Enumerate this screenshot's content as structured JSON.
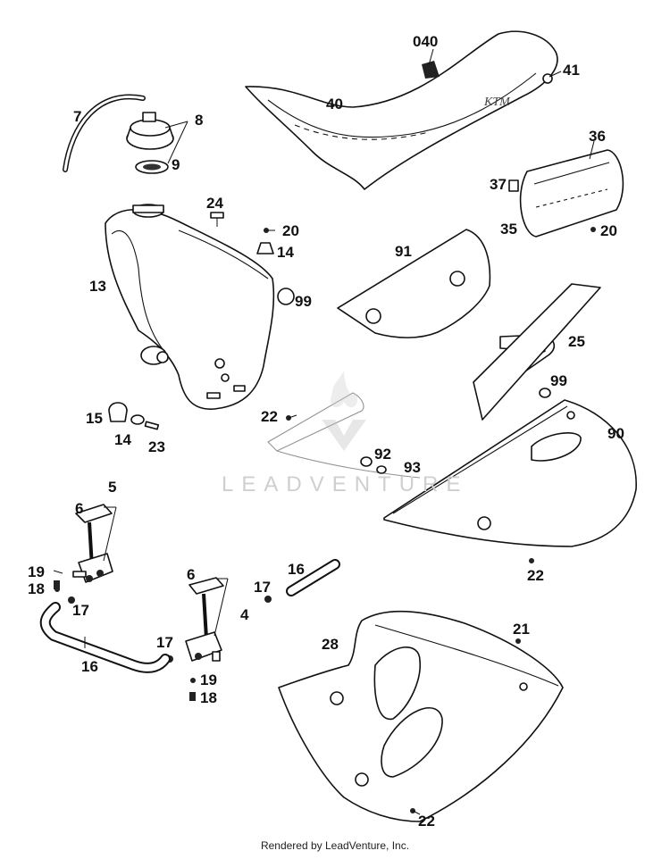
{
  "diagram": {
    "callouts": [
      "040",
      "41",
      "40",
      "7",
      "8",
      "9",
      "36",
      "37",
      "35",
      "20",
      "24",
      "20",
      "14",
      "13",
      "99",
      "91",
      "25",
      "99",
      "22",
      "15",
      "14",
      "23",
      "92",
      "93",
      "90",
      "5",
      "6",
      "19",
      "18",
      "17",
      "16",
      "6",
      "17",
      "16",
      "4",
      "17",
      "19",
      "18",
      "28",
      "21",
      "22",
      "22"
    ]
  },
  "watermark": {
    "text": "LEADVENTURE"
  },
  "footer": {
    "text": "Rendered by LeadVenture, Inc."
  }
}
